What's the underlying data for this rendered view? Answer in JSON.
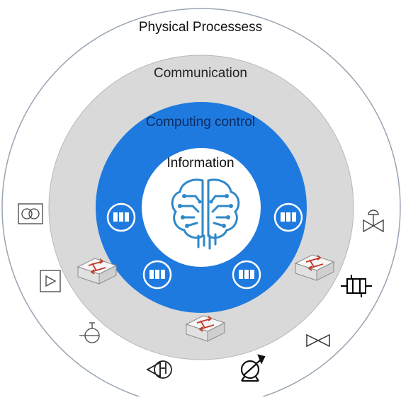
{
  "labels": {
    "physical": "Physical Processess",
    "communication": "Communication",
    "computing": "Computing control",
    "information": "Information"
  },
  "colors": {
    "outer_ring_fill": "#ffffff",
    "outer_ring_stroke": "#9aa4b2",
    "communication_fill": "#d9d9d9",
    "computing_fill": "#1f7ae0",
    "information_fill": "#ffffff",
    "brain_color": "#2f88c8",
    "switch_arrow": "#c0392b"
  },
  "icons": {
    "center": "brain-circuit-icon",
    "controllers": "server-rack-icon",
    "switches": "network-switch-icon",
    "physical": [
      "infinity-box-icon",
      "triangle-box-icon",
      "sensor-icon",
      "flow-meter-icon",
      "pump-icon",
      "valve-icon",
      "heat-exchanger-icon",
      "actuated-valve-icon"
    ]
  }
}
